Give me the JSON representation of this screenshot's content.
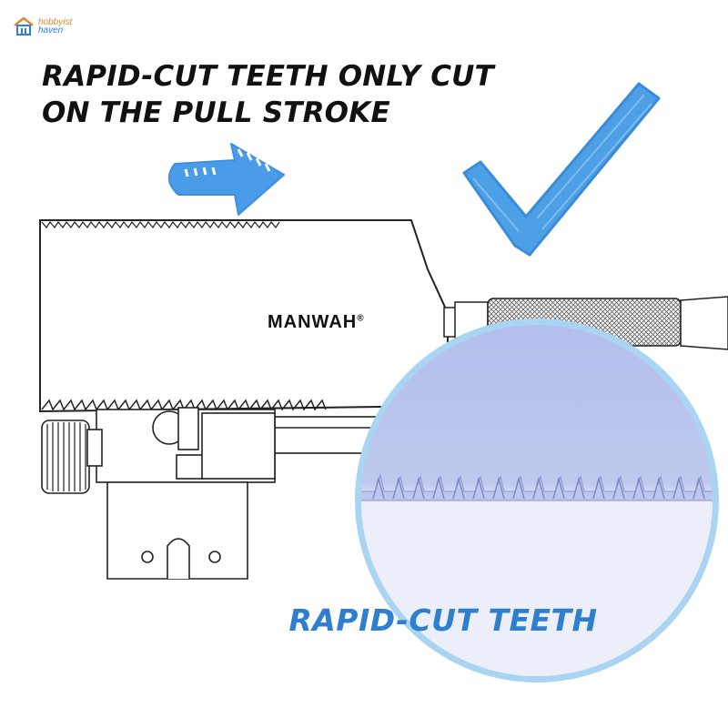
{
  "logo": {
    "line1": "hobbyist",
    "line2": "haven"
  },
  "headline": {
    "line1": "RAPID-CUT TEETH ONLY CUT",
    "line2": "ON THE PULL STROKE"
  },
  "saw": {
    "brand": "MANWAH",
    "brand_mark": "®"
  },
  "zoom": {
    "caption": "RAPID-CUT TEETH"
  },
  "colors": {
    "accent_blue": "#4a9be8",
    "caption_blue": "#2f7fd0",
    "zoom_fill": "#b9c6ee",
    "zoom_ring": "#a9d4f2"
  },
  "icons": {
    "arrow": "right-arrow-icon",
    "check": "checkmark-icon",
    "logo": "house-logo-icon"
  }
}
